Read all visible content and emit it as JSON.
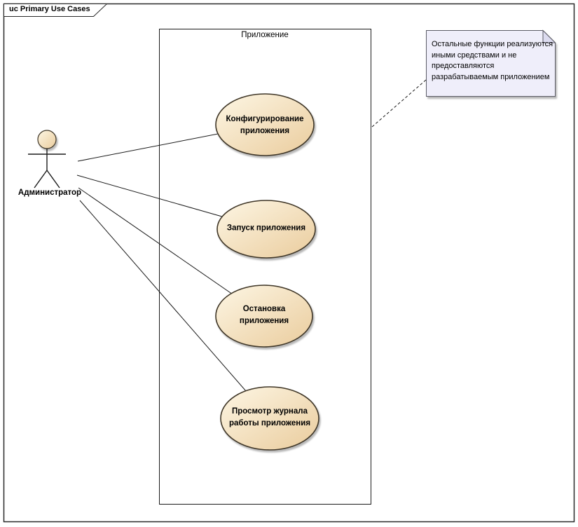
{
  "diagram": {
    "type": "uml-use-case-diagram",
    "frame_title": "uc Primary Use Cases",
    "system_boundary": {
      "label": "Приложение"
    },
    "actor": {
      "label": "Администратор"
    },
    "use_cases": [
      {
        "label": "Конфигурирование\nприложения"
      },
      {
        "label": "Запуск приложения"
      },
      {
        "label": "Остановка\nприложения"
      },
      {
        "label": "Просмотр журнала\nработы приложения"
      }
    ],
    "note": {
      "text": "Остальные функции реализуются\nиными средствами и не\nпредоставляются\nразрабатываемым приложением"
    },
    "connections": [
      {
        "from": "Администратор",
        "to": "Конфигурирование приложения",
        "style": "solid"
      },
      {
        "from": "Администратор",
        "to": "Запуск приложения",
        "style": "solid"
      },
      {
        "from": "Администратор",
        "to": "Остановка приложения",
        "style": "solid"
      },
      {
        "from": "Администратор",
        "to": "Просмотр журнала работы приложения",
        "style": "solid"
      },
      {
        "from": "note",
        "to": "system-boundary",
        "style": "dashed"
      }
    ],
    "colors": {
      "usecase_fill_light": "#fcf2da",
      "usecase_fill_dark": "#eacc9d",
      "usecase_border": "#3f3627",
      "note_fill": "#efeefa",
      "note_fold": "#dcdbef",
      "note_border": "#5c5c66",
      "line": "#1a1a1a",
      "frame_border": "#2a2a2a",
      "text": "#000000"
    }
  }
}
